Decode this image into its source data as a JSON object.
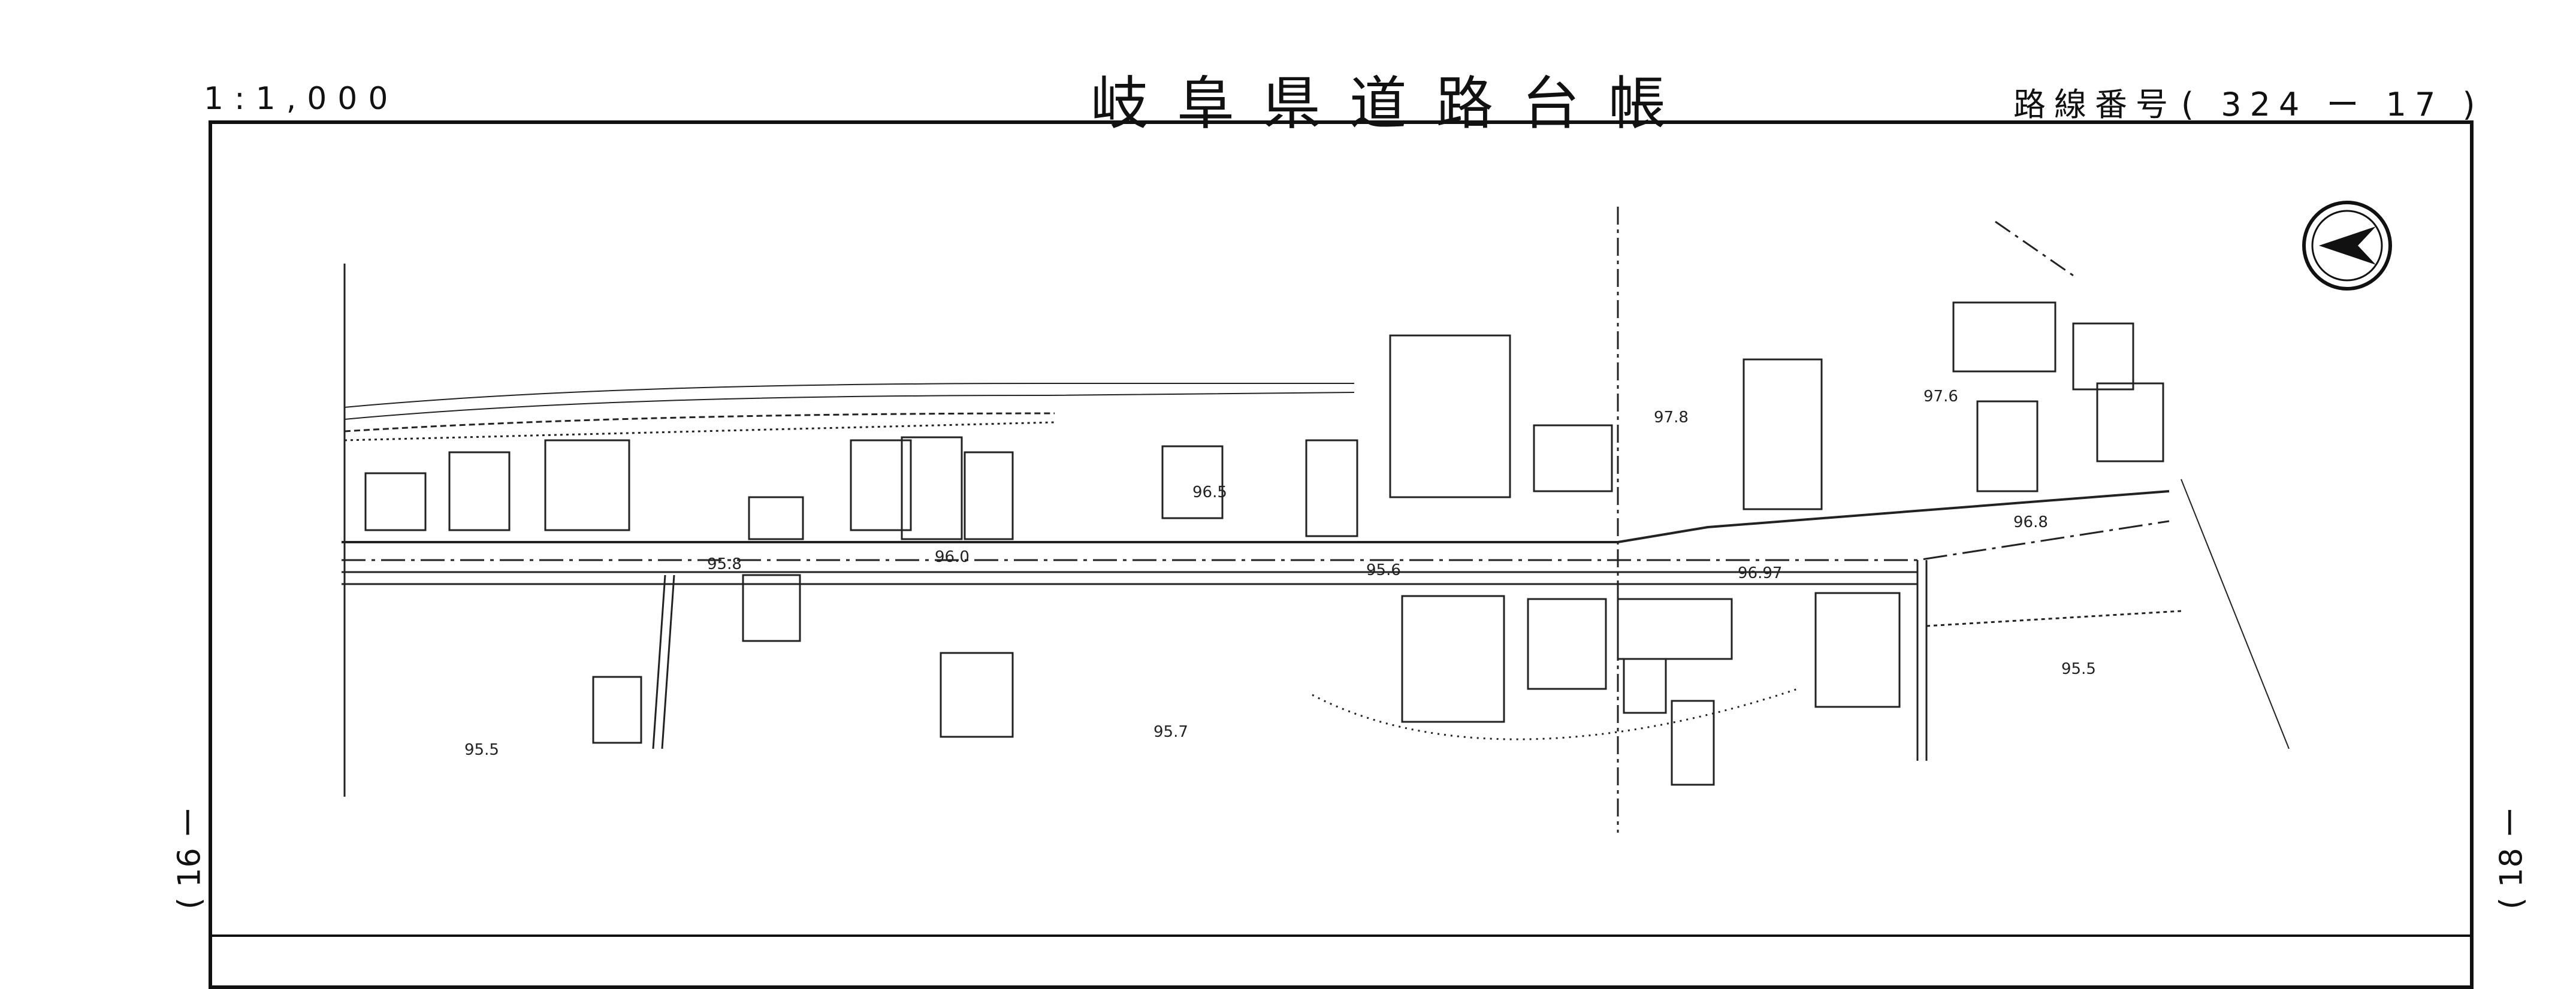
{
  "header": {
    "scale": "1:1,000",
    "title": "岐阜県道路台帳",
    "route_label": "路線番号",
    "route_number": "( 324 ー 17 )"
  },
  "sheet_refs": {
    "left": "( 16 ー",
    "right": "( 18 ー"
  },
  "map": {
    "north_arrow_icon": "north-arrow-icon",
    "elevations": [
      "96.5",
      "95.8",
      "96.0",
      "95.6",
      "96.97",
      "96.8",
      "97.8",
      "97.6",
      "95.5",
      "95.7",
      "95.5"
    ]
  }
}
